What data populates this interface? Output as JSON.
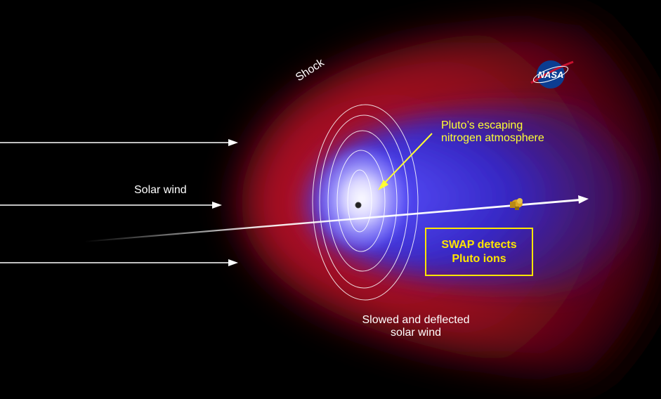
{
  "labels": {
    "shock": "Shock",
    "solar_wind": "Solar wind",
    "atmosphere_line1": "Pluto’s escaping",
    "atmosphere_line2": "nitrogen atmosphere",
    "slowed_line1": "Slowed and deflected",
    "slowed_line2": "solar wind",
    "swap_line1": "SWAP detects",
    "swap_line2": "Pluto ions"
  },
  "logo": {
    "text": "NASA",
    "icon": "nasa-meatball-logo"
  },
  "colors": {
    "background": "#000000",
    "shock_region": "#9a0a1e",
    "inner_region": "#3a2fc8",
    "core_glow": "#dcd8ff",
    "arrow": "#ffffff",
    "annotation": "#ffff33",
    "swap_box": "#ffe600"
  }
}
